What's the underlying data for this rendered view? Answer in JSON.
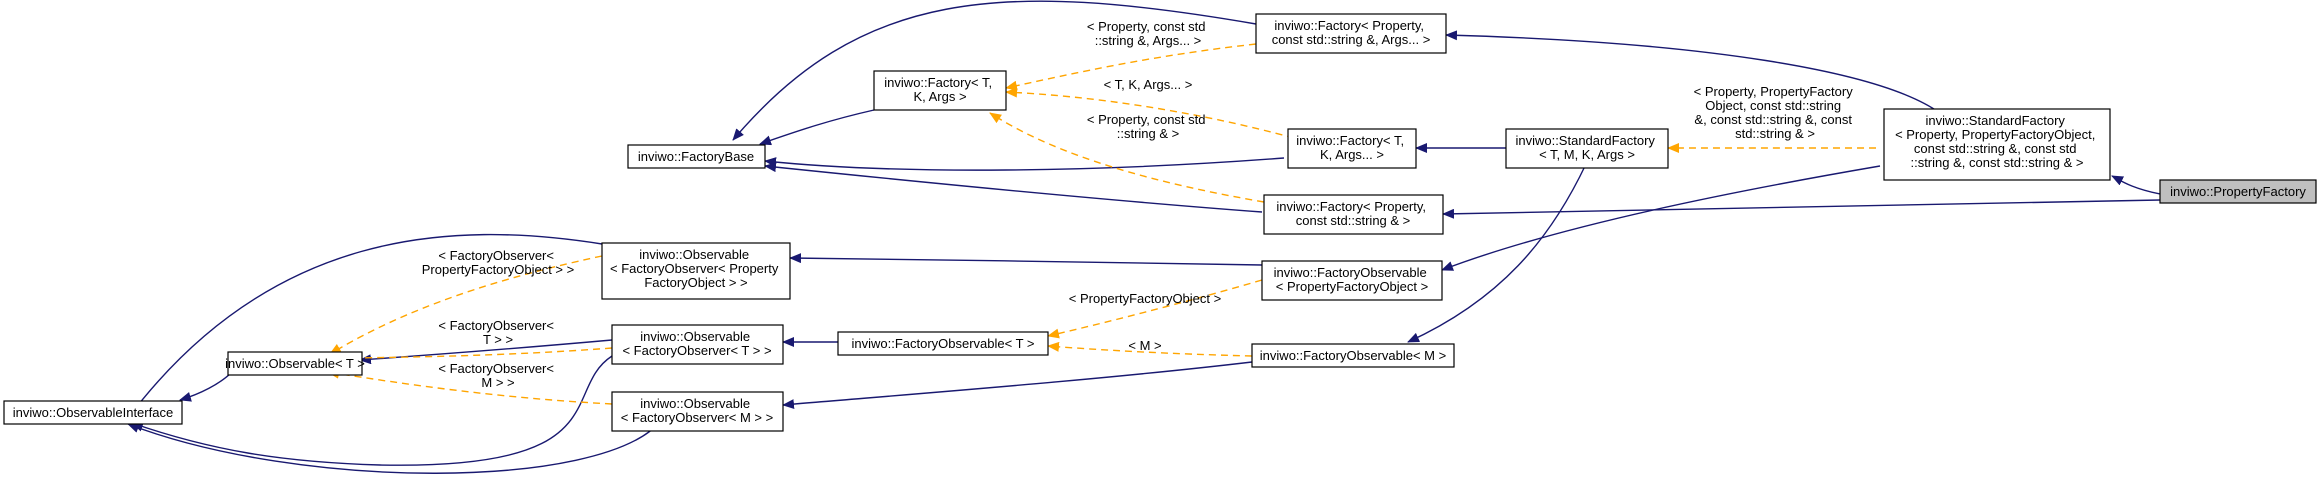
{
  "nodes": {
    "property_factory": [
      "inviwo::PropertyFactory"
    ],
    "standard_factory_prop": [
      "inviwo::StandardFactory",
      "< Property, PropertyFactoryObject,",
      "const std::string &, const std",
      "::string &, const std::string & >"
    ],
    "factory_prop_str_args": [
      "inviwo::Factory< Property,",
      "const std::string &, Args... >"
    ],
    "factory_tk_args": [
      "inviwo::Factory< T,",
      "K, Args >"
    ],
    "factory_base": [
      "inviwo::FactoryBase"
    ],
    "factory_tk_args_dots": [
      "inviwo::Factory< T,",
      "K, Args... >"
    ],
    "standard_factory_tmk": [
      "inviwo::StandardFactory",
      "< T, M, K, Args >"
    ],
    "factory_prop_str": [
      "inviwo::Factory< Property,",
      "const std::string & >"
    ],
    "observable_pf": [
      "inviwo::Observable",
      "< FactoryObserver< Property",
      "FactoryObject > >"
    ],
    "factory_observable_pf": [
      "inviwo::FactoryObservable",
      "< PropertyFactoryObject >"
    ],
    "observable_t": [
      "inviwo::Observable< T >"
    ],
    "observable_fo_t": [
      "inviwo::Observable",
      "< FactoryObserver< T > >"
    ],
    "factory_observable_t": [
      "inviwo::FactoryObservable< T >"
    ],
    "factory_observable_m": [
      "inviwo::FactoryObservable< M >"
    ],
    "observable_interface": [
      "inviwo::ObservableInterface"
    ],
    "observable_fo_m": [
      "inviwo::Observable",
      "< FactoryObserver< M > >"
    ]
  },
  "edge_labels": {
    "std_factory_tmk_to_prop": [
      "< Property, PropertyFactory",
      "Object, const std::string",
      "&, const std::string &, const",
      "std::string & >"
    ],
    "factory_t_to_prop_str_args": [
      "< Property, const std",
      "::string &, Args... >"
    ],
    "factory_t_to_tk_dots": [
      "< T, K, Args... >"
    ],
    "factory_t_to_prop_str": [
      "< Property, const std",
      "::string & >"
    ],
    "obs_t_to_pf": [
      "< FactoryObserver<",
      "PropertyFactoryObject > >"
    ],
    "obs_t_to_fo_t": [
      "< FactoryObserver<",
      "T > >"
    ],
    "obs_t_to_fo_m": [
      "< FactoryObserver<",
      "M > >"
    ],
    "fobs_t_to_pf": [
      "< PropertyFactoryObject >"
    ],
    "fobs_t_to_m": [
      "< M >"
    ]
  }
}
